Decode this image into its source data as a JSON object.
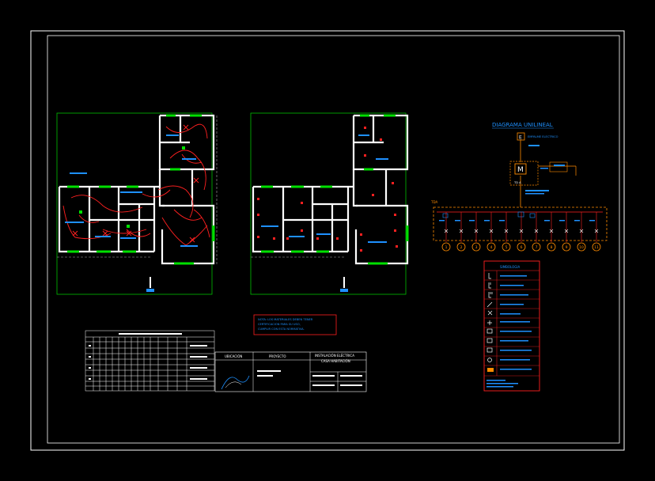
{
  "drawing": {
    "note_lines": [
      "NOTA:  LOS MATERIALES DEBEN TENER",
      "CERTIFICACION PARA SU USO,",
      "CUMPLIR CON ESTA NORMATIVA."
    ],
    "unifilar_title": "DIAGRAMA UNILINEAL",
    "meter_symbol": "M",
    "empalme_symbol": "E",
    "empalme_label": "EMPALME ELECTRICO",
    "tablero_label": "TD A",
    "leyenda_title": "SIMBOLOGIA",
    "circuit_numbers": [
      "1",
      "2",
      "3",
      "4",
      "5",
      "6",
      "7",
      "8",
      "9",
      "10",
      "11"
    ],
    "title_block": {
      "ubicacion": "UBICACIÓN",
      "proyecto": "PROYECTO",
      "title_line1": "INSTALACIÓN ELÉCTRICA",
      "title_line2": "CASA HABITACIÓN"
    }
  },
  "colors": {
    "background": "#000000",
    "frame": "#ffffff",
    "walls": "#ffffff",
    "plan_border": "#00c000",
    "wiring": "#ff2020",
    "labels": "#1e90ff",
    "unifilar": "#ff8c00",
    "legend_border": "#ff2020"
  }
}
